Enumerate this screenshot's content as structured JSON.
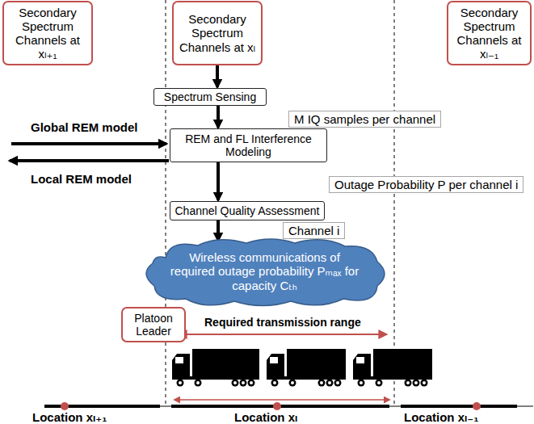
{
  "diagram": {
    "nodes": [
      {
        "text": [
          "Secondary Spectrum Channels at xₗ₊₁"
        ]
      },
      {
        "text": [
          "Secondary Spectrum Channels at xₗ"
        ]
      },
      {
        "text": [
          "Secondary Spectrum Channels at xₗ₋₁"
        ]
      },
      {
        "text": [
          "Spectrum Sensing"
        ]
      },
      {
        "text": [
          "REM and FL Interference Modeling"
        ]
      },
      {
        "text": [
          "Channel Quality Assessment"
        ]
      },
      {
        "text": [
          "Wireless communications of required outage probability Pₘₐₓ for capacity Cₜₕ"
        ]
      },
      {
        "text": [
          "Platoon Leader"
        ]
      }
    ],
    "edges": [
      {
        "from": 1,
        "to": 3,
        "arrow": "to"
      },
      {
        "from": 3,
        "to": 4,
        "label": "M IQ samples per channel",
        "arrow": "to"
      },
      {
        "from": 4,
        "to": 5,
        "label": "Outage Probability P per channel i",
        "arrow": "to"
      },
      {
        "from": 5,
        "to": 6,
        "label": "Channel i",
        "arrow": "to"
      }
    ],
    "labels": [
      "Global REM model",
      "Local REM model",
      "Required transmission range",
      "Location xₗ₊₁",
      "Location xₗ",
      "Location xₗ₋₁"
    ]
  }
}
